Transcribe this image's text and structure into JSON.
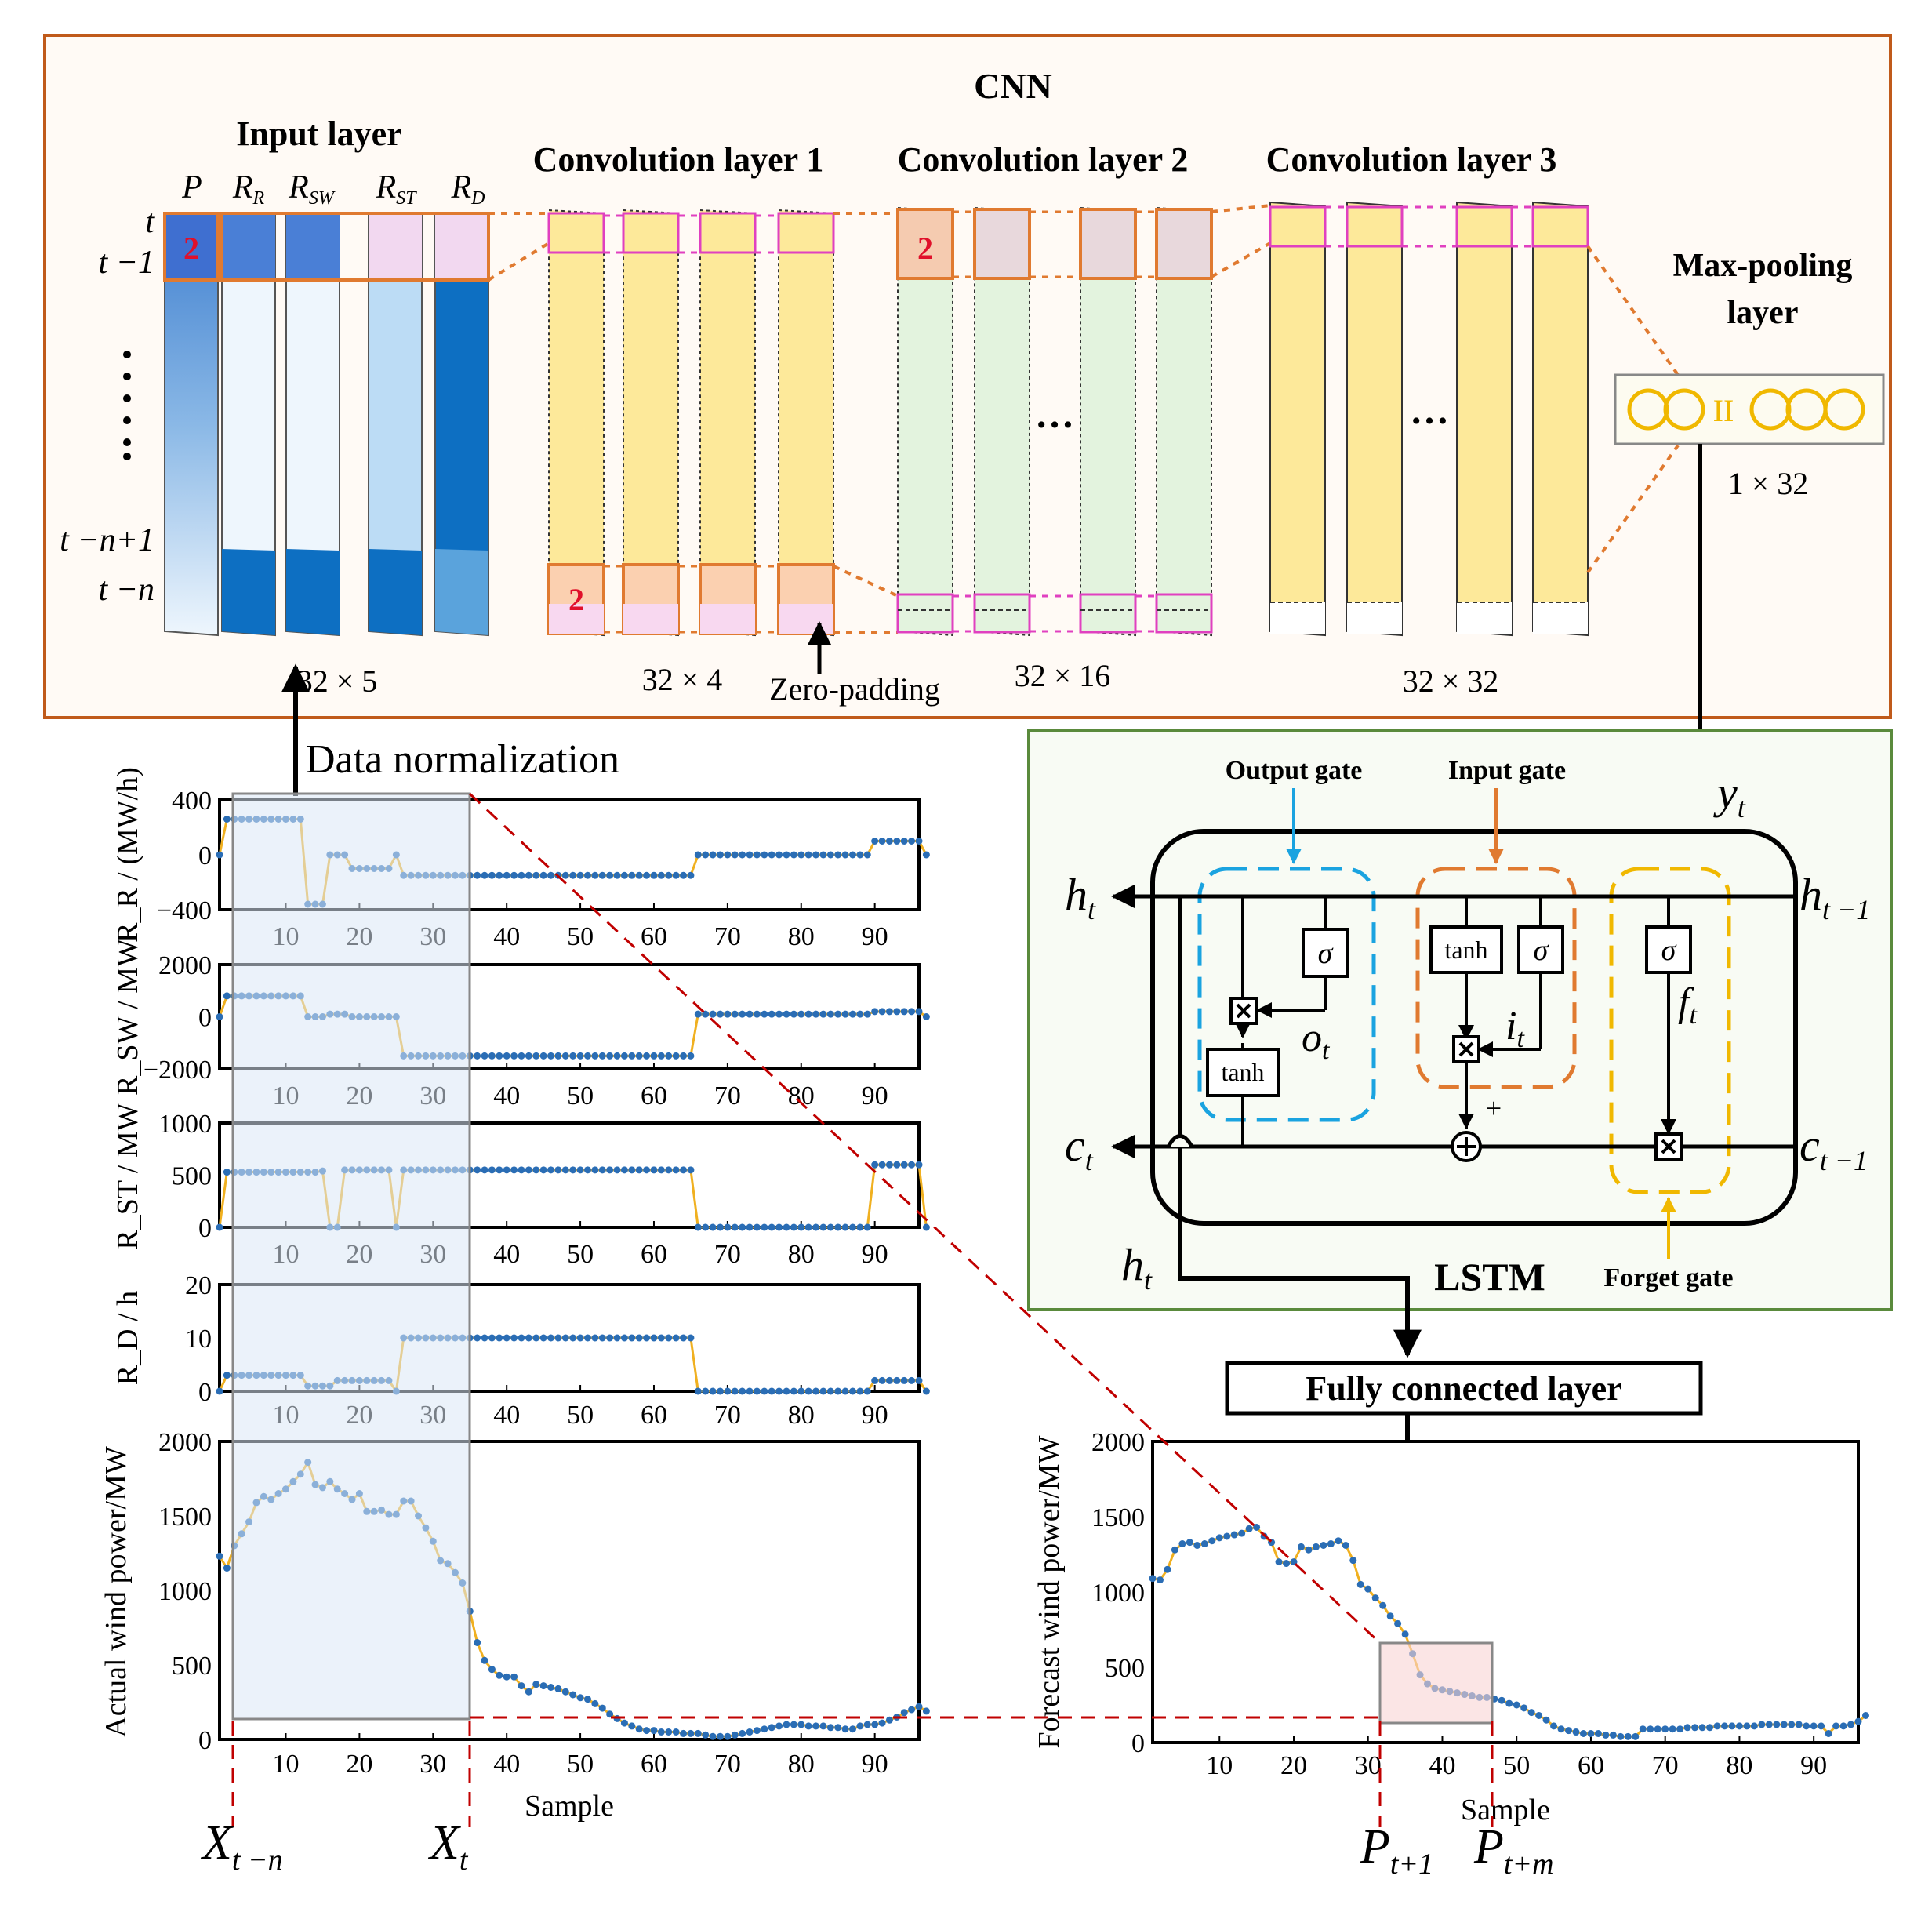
{
  "cnn": {
    "title": "CNN",
    "input_layer": "Input layer",
    "conv1": "Convolution layer 1",
    "conv2": "Convolution layer 2",
    "conv3": "Convolution layer 3",
    "maxpool_line1": "Max-pooling",
    "maxpool_line2": "layer",
    "col_headers": [
      "P",
      "R",
      "R",
      "R",
      "R"
    ],
    "col_subs": [
      "",
      "R",
      "SW",
      "ST",
      "D"
    ],
    "row_t": "t",
    "row_t1": "t −1",
    "row_tn1": "t −n+1",
    "row_tn": "t −n",
    "dots_vertical": "⋮",
    "badge": "2",
    "dim_input": "32 × 5",
    "dim_conv1": "32 × 4",
    "dim_conv2": "32 × 16",
    "dim_conv3": "32 × 32",
    "dim_pool": "1 × 32",
    "zero_padding": "Zero-padding",
    "ellipsis": "…",
    "pool_mark": "II"
  },
  "lstm": {
    "label": "LSTM",
    "output_gate": "Output gate",
    "input_gate": "Input gate",
    "forget_gate": "Forget gate",
    "tanh": "tanh",
    "sigma": "σ",
    "ht": "h",
    "ht_sub": "t",
    "ht1": "h",
    "ht1_sub": "t −1",
    "ct": "c",
    "ct_sub": "t",
    "ct1": "c",
    "ct1_sub": "t −1",
    "yt": "y",
    "yt_sub": "t",
    "ot": "o",
    "ot_sub": "t",
    "it": "i",
    "it_sub": "t",
    "ft": "f",
    "ft_sub": "t",
    "plus": "+"
  },
  "fc": {
    "label": "Fully connected layer"
  },
  "normalization": {
    "label": "Data normalization"
  },
  "markers": {
    "xtn": "X",
    "xtn_sub": "t −n",
    "xt": "X",
    "xt_sub": "t",
    "pt1": "P",
    "pt1_sub": "t+1",
    "ptm": "P",
    "ptm_sub": "t+m"
  },
  "chart_data": [
    {
      "type": "line",
      "ylabel": "R_R / (MW/h)",
      "ylim": [
        -400,
        400
      ],
      "yticks": [
        "400",
        "0",
        "−400"
      ],
      "xticks": [
        "10",
        "20",
        "30",
        "40",
        "50",
        "60",
        "70",
        "80",
        "90"
      ],
      "x_range": [
        1,
        96
      ],
      "y": [
        0,
        260,
        260,
        260,
        260,
        260,
        260,
        260,
        260,
        260,
        260,
        260,
        -360,
        -360,
        -360,
        0,
        0,
        0,
        -100,
        -100,
        -100,
        -100,
        -100,
        -100,
        0,
        -150,
        -150,
        -150,
        -150,
        -150,
        -150,
        -150,
        -150,
        -150,
        -150,
        -150,
        -150,
        -150,
        -150,
        -150,
        -150,
        -150,
        -150,
        -150,
        -150,
        -150,
        -150,
        -150,
        -150,
        -150,
        -150,
        -150,
        -150,
        -150,
        -150,
        -150,
        -150,
        -150,
        -150,
        -150,
        -150,
        -150,
        -150,
        -150,
        -150,
        0,
        0,
        0,
        0,
        0,
        0,
        0,
        0,
        0,
        0,
        0,
        0,
        0,
        0,
        0,
        0,
        0,
        0,
        0,
        0,
        0,
        0,
        0,
        0,
        100,
        100,
        100,
        100,
        100,
        100,
        100,
        0
      ]
    },
    {
      "type": "line",
      "ylabel": "R_SW / MW",
      "ylim": [
        -2000,
        2000
      ],
      "yticks": [
        "2000",
        "0",
        "−2000"
      ],
      "xticks": [
        "10",
        "20",
        "30",
        "40",
        "50",
        "60",
        "70",
        "80",
        "90"
      ],
      "x_range": [
        1,
        96
      ],
      "y": [
        0,
        800,
        800,
        800,
        800,
        800,
        800,
        800,
        800,
        800,
        800,
        800,
        0,
        0,
        0,
        100,
        100,
        100,
        0,
        0,
        0,
        0,
        0,
        0,
        0,
        -1500,
        -1500,
        -1500,
        -1500,
        -1500,
        -1500,
        -1500,
        -1500,
        -1500,
        -1500,
        -1500,
        -1500,
        -1500,
        -1500,
        -1500,
        -1500,
        -1500,
        -1500,
        -1500,
        -1500,
        -1500,
        -1500,
        -1500,
        -1500,
        -1500,
        -1500,
        -1500,
        -1500,
        -1500,
        -1500,
        -1500,
        -1500,
        -1500,
        -1500,
        -1500,
        -1500,
        -1500,
        -1500,
        -1500,
        -1500,
        100,
        100,
        100,
        100,
        100,
        100,
        100,
        100,
        100,
        100,
        100,
        100,
        100,
        100,
        100,
        100,
        100,
        100,
        100,
        100,
        100,
        100,
        100,
        100,
        200,
        200,
        200,
        200,
        200,
        200,
        200,
        0
      ]
    },
    {
      "type": "line",
      "ylabel": "R_ST / MW",
      "ylim": [
        0,
        1000
      ],
      "yticks": [
        "1000",
        "500",
        "0"
      ],
      "xticks": [
        "10",
        "20",
        "30",
        "40",
        "50",
        "60",
        "70",
        "80",
        "90"
      ],
      "x_range": [
        1,
        96
      ],
      "y": [
        0,
        530,
        530,
        530,
        530,
        530,
        530,
        530,
        530,
        530,
        530,
        530,
        530,
        530,
        540,
        0,
        0,
        550,
        550,
        550,
        550,
        550,
        550,
        550,
        0,
        550,
        550,
        550,
        550,
        550,
        550,
        550,
        550,
        550,
        550,
        550,
        550,
        550,
        550,
        550,
        550,
        550,
        550,
        550,
        550,
        550,
        550,
        550,
        550,
        550,
        550,
        550,
        550,
        550,
        550,
        550,
        550,
        550,
        550,
        550,
        550,
        550,
        550,
        550,
        550,
        0,
        0,
        0,
        0,
        0,
        0,
        0,
        0,
        0,
        0,
        0,
        0,
        0,
        0,
        0,
        0,
        0,
        0,
        0,
        0,
        0,
        0,
        0,
        0,
        600,
        600,
        600,
        600,
        600,
        600,
        600,
        0
      ]
    },
    {
      "type": "line",
      "ylabel": "R_D / h",
      "ylim": [
        0,
        20
      ],
      "yticks": [
        "20",
        "10",
        "0"
      ],
      "xticks": [
        "10",
        "20",
        "30",
        "40",
        "50",
        "60",
        "70",
        "80",
        "90"
      ],
      "x_range": [
        1,
        96
      ],
      "y": [
        0,
        3,
        3,
        3,
        3,
        3,
        3,
        3,
        3,
        3,
        3,
        3,
        1,
        1,
        1,
        1,
        2,
        2,
        2,
        2,
        2,
        2,
        2,
        2,
        0,
        10,
        10,
        10,
        10,
        10,
        10,
        10,
        10,
        10,
        10,
        10,
        10,
        10,
        10,
        10,
        10,
        10,
        10,
        10,
        10,
        10,
        10,
        10,
        10,
        10,
        10,
        10,
        10,
        10,
        10,
        10,
        10,
        10,
        10,
        10,
        10,
        10,
        10,
        10,
        10,
        0,
        0,
        0,
        0,
        0,
        0,
        0,
        0,
        0,
        0,
        0,
        0,
        0,
        0,
        0,
        0,
        0,
        0,
        0,
        0,
        0,
        0,
        0,
        0,
        2,
        2,
        2,
        2,
        2,
        2,
        2,
        0
      ]
    },
    {
      "type": "line",
      "ylabel": "Actual wind power/MW",
      "xlabel": "Sample",
      "ylim": [
        0,
        2000
      ],
      "yticks": [
        "2000",
        "1500",
        "1000",
        "500",
        "0"
      ],
      "xticks": [
        "10",
        "20",
        "30",
        "40",
        "50",
        "60",
        "70",
        "80",
        "90"
      ],
      "x_range": [
        1,
        96
      ],
      "y": [
        1230,
        1150,
        1300,
        1380,
        1460,
        1590,
        1630,
        1610,
        1650,
        1680,
        1730,
        1780,
        1860,
        1710,
        1690,
        1730,
        1680,
        1650,
        1610,
        1650,
        1530,
        1530,
        1540,
        1510,
        1510,
        1600,
        1600,
        1500,
        1420,
        1330,
        1200,
        1180,
        1120,
        1050,
        860,
        650,
        530,
        470,
        430,
        420,
        420,
        360,
        320,
        370,
        360,
        350,
        340,
        320,
        300,
        280,
        270,
        240,
        210,
        170,
        140,
        110,
        90,
        70,
        60,
        60,
        50,
        50,
        50,
        40,
        40,
        40,
        30,
        20,
        20,
        20,
        30,
        40,
        50,
        60,
        70,
        80,
        90,
        100,
        100,
        100,
        90,
        90,
        90,
        80,
        80,
        70,
        70,
        90,
        100,
        100,
        110,
        130,
        150,
        180,
        200,
        220,
        190
      ]
    },
    {
      "type": "line",
      "ylabel": "Forecast wind power/MW",
      "xlabel": "Sample",
      "ylim": [
        0,
        2000
      ],
      "yticks": [
        "2000",
        "1500",
        "1000",
        "500",
        "0"
      ],
      "xticks": [
        "10",
        "20",
        "30",
        "40",
        "50",
        "60",
        "70",
        "80",
        "90"
      ],
      "x_range": [
        1,
        96
      ],
      "y": [
        1090,
        1080,
        1150,
        1280,
        1320,
        1330,
        1310,
        1320,
        1340,
        1360,
        1370,
        1380,
        1390,
        1420,
        1430,
        1370,
        1330,
        1200,
        1190,
        1200,
        1300,
        1280,
        1300,
        1310,
        1320,
        1340,
        1310,
        1210,
        1050,
        1020,
        960,
        910,
        840,
        790,
        720,
        590,
        450,
        390,
        360,
        350,
        340,
        330,
        320,
        310,
        300,
        300,
        290,
        280,
        260,
        250,
        230,
        200,
        180,
        150,
        110,
        90,
        80,
        70,
        60,
        60,
        60,
        50,
        50,
        40,
        40,
        40,
        90,
        90,
        90,
        90,
        90,
        90,
        100,
        100,
        100,
        100,
        110,
        110,
        110,
        110,
        110,
        110,
        120,
        120,
        120,
        120,
        120,
        120,
        110,
        110,
        110,
        60,
        110,
        110,
        120,
        140,
        180
      ]
    }
  ],
  "colors": {
    "cnn_border": "#c05a1a",
    "lstm_border": "#5a8a3c",
    "output_gate": "#1aa3e0",
    "input_gate": "#e07a30",
    "forget_gate": "#f0b800",
    "series_line": "#f0b020",
    "series_dot": "#2a6db5",
    "dashed_red": "#c00000"
  }
}
